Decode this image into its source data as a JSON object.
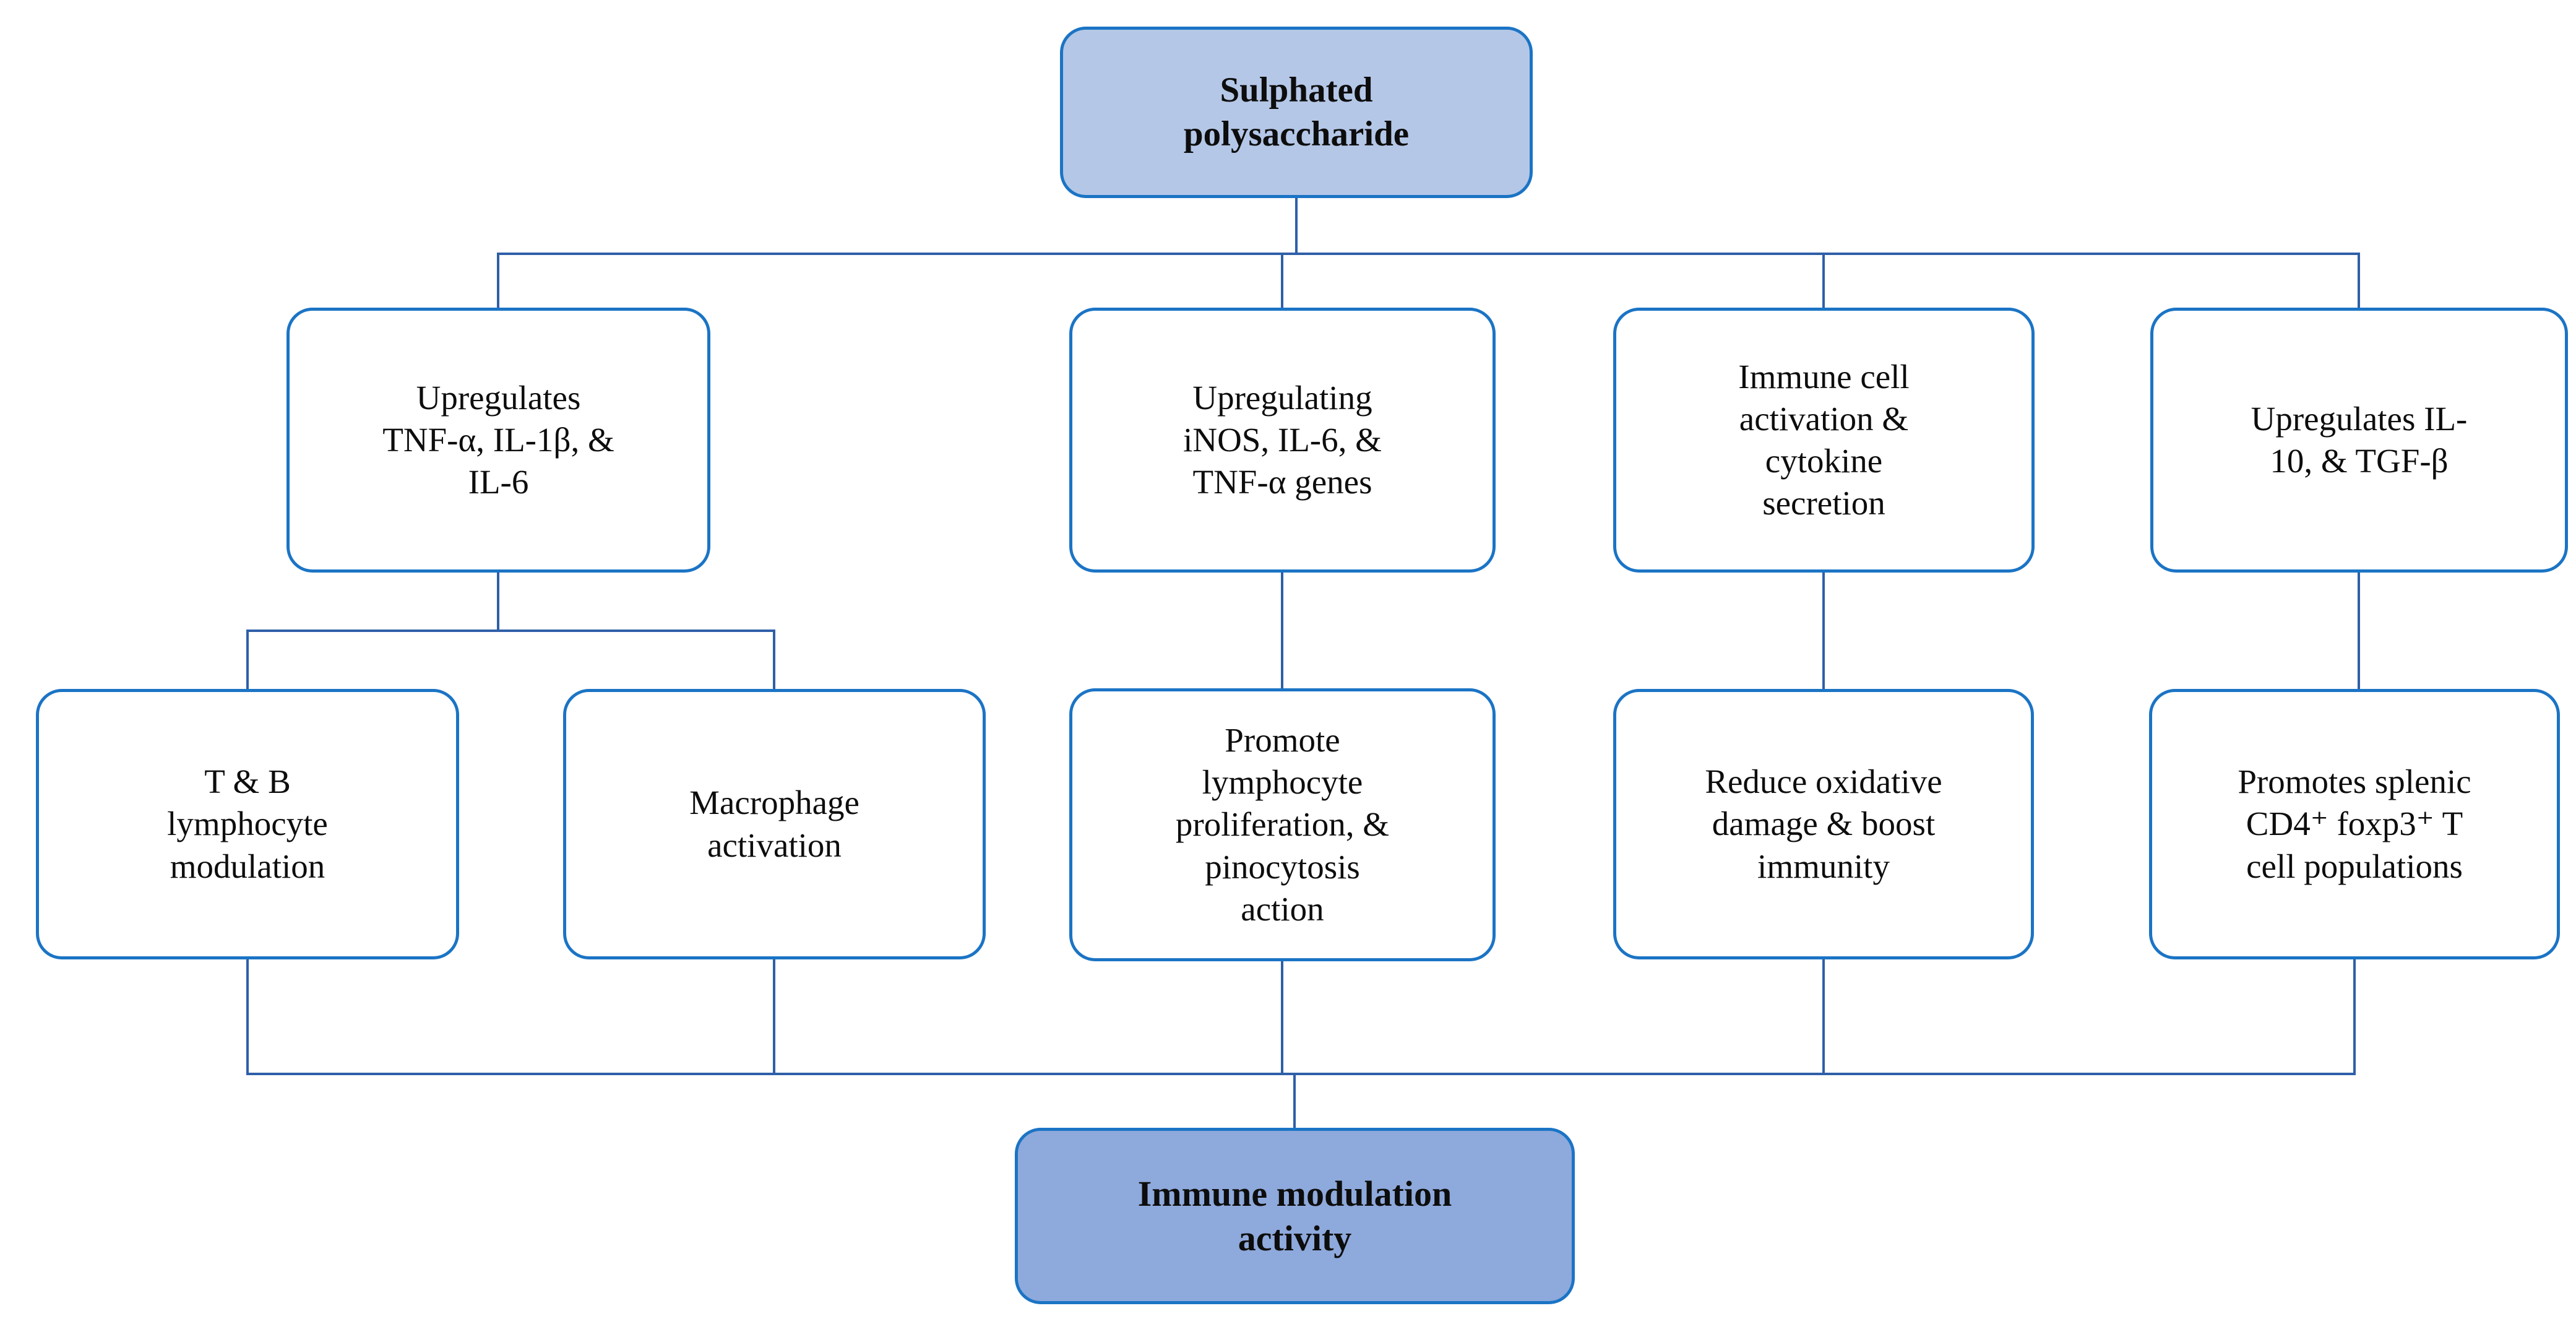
{
  "diagram": {
    "title_node": {
      "label": "Sulphated\npolysaccharide"
    },
    "level1": [
      {
        "label": "Upregulates\nTNF-α, IL-1β, &\nIL-6"
      },
      {
        "label": "Upregulating\niNOS, IL-6, &\nTNF-α genes"
      },
      {
        "label": "Immune cell\nactivation &\ncytokine\nsecretion"
      },
      {
        "label": "Upregulates IL-\n10, & TGF-β"
      }
    ],
    "level2": [
      {
        "label": "T & B\nlymphocyte\nmodulation"
      },
      {
        "label": "Macrophage\nactivation"
      },
      {
        "label": "Promote\nlymphocyte\nproliferation, &\npinocytosis\naction"
      },
      {
        "label": "Reduce oxidative\ndamage & boost\nimmunity"
      },
      {
        "label": "Promotes splenic\nCD4⁺ foxp3⁺ T\ncell populations"
      }
    ],
    "sink_node": {
      "label": "Immune modulation\nactivity"
    },
    "colors": {
      "node_border": "#1b74c5",
      "node_fill_white": "#ffffff",
      "node_fill_light_blue": "#b4c7e7",
      "node_fill_medium_blue": "#8ea9db",
      "connector": "#2f5fa8",
      "text": "#0d0d0d",
      "background": "#ffffff"
    }
  }
}
